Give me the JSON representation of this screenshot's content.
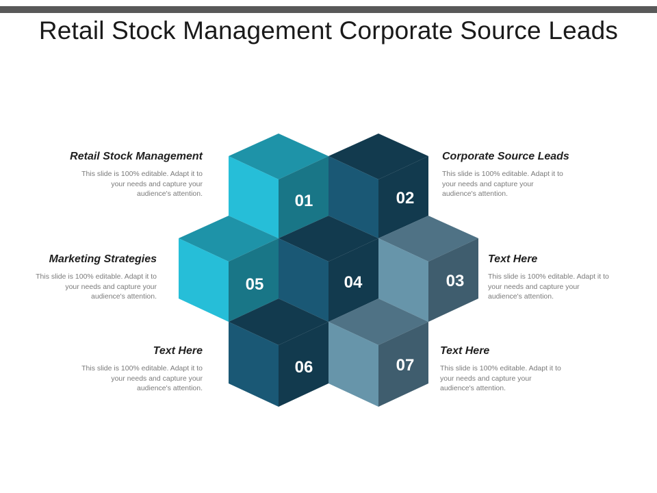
{
  "title": "Retail Stock Management Corporate Source Leads",
  "colors": {
    "cyan": "#26BED8",
    "teal": "#1E93A8",
    "teal_dark": "#197687",
    "navy": "#1A5875",
    "navy_dark": "#123A4E",
    "slate": "#6795AA",
    "slate_top": "#4F7285",
    "slate_dark": "#3F5D6E"
  },
  "cubes": [
    {
      "label": "01"
    },
    {
      "label": "02"
    },
    {
      "label": "03"
    },
    {
      "label": "04"
    },
    {
      "label": "05"
    },
    {
      "label": "06"
    },
    {
      "label": "07"
    }
  ],
  "items": [
    {
      "heading": "Retail Stock Management",
      "text": "This slide is 100% editable. Adapt it to your needs and capture your audience's attention."
    },
    {
      "heading": "Corporate Source Leads",
      "text": "This slide is 100% editable. Adapt it to your needs and capture your audience's attention."
    },
    {
      "heading": "Marketing Strategies",
      "text": "This slide is 100% editable. Adapt it to your needs and capture your audience's attention."
    },
    {
      "heading": "Text Here",
      "text": "This slide is 100% editable. Adapt it to your needs and capture your audience's attention."
    },
    {
      "heading": "Text Here",
      "text": "This slide is 100% editable. Adapt it to your needs and capture your audience's attention."
    },
    {
      "heading": "Text Here",
      "text": "This slide is 100% editable. Adapt it to your needs and capture your audience's attention."
    }
  ]
}
